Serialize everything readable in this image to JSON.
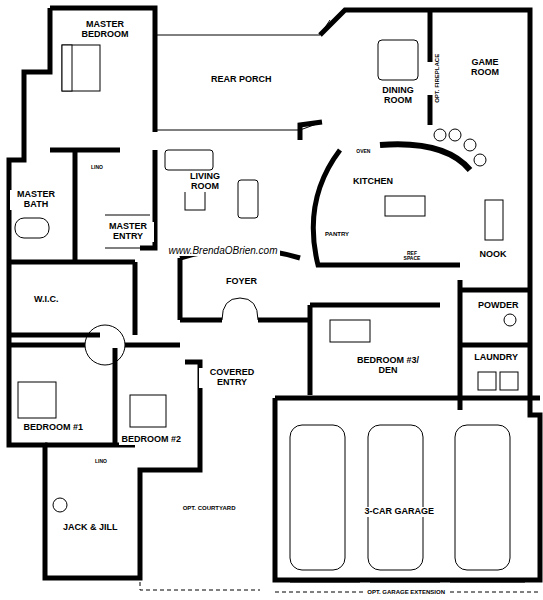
{
  "diagram": {
    "labels": [
      "MASTER BEDROOM",
      "REAR PORCH",
      "DINING ROOM",
      "OPT. FIREPLACE",
      "GAME ROOM",
      "LIVING ROOM",
      "KITCHEN",
      "OVEN",
      "PANTRY",
      "REF SPACE",
      "NOOK",
      "MASTER BATH",
      "LINO",
      "MASTER ENTRY",
      "www.BrendaOBrien.com",
      "FOYER",
      "W.I.C.",
      "POWDER",
      "LAUNDRY",
      "BEDROOM #3/ DEN",
      "COVERED ENTRY",
      "BEDROOM #1",
      "BEDROOM #2",
      "LINO",
      "JACK & JILL",
      "OPT. COURTYARD",
      "3-CAR GARAGE",
      "OPT. GARAGE EXTENSION"
    ]
  }
}
